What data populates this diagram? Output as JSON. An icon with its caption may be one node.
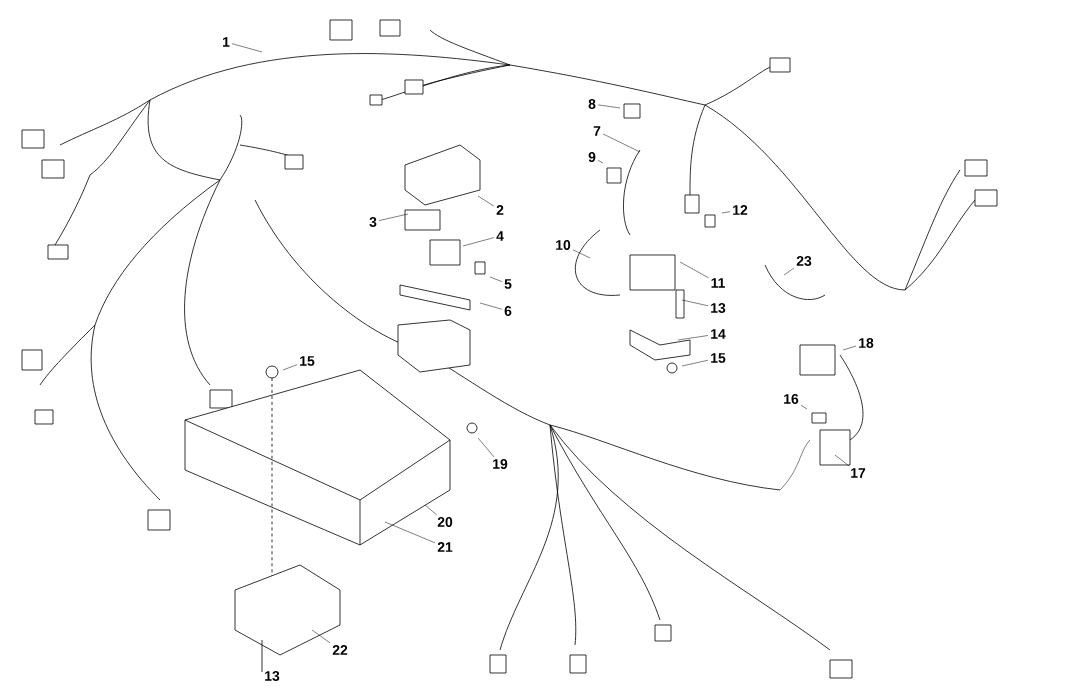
{
  "diagram": {
    "nodes": [
      {
        "text": [
          "1"
        ]
      },
      {
        "text": [
          "8"
        ]
      },
      {
        "text": [
          "7"
        ]
      },
      {
        "text": [
          "9"
        ]
      },
      {
        "text": [
          "2"
        ]
      },
      {
        "text": [
          "12"
        ]
      },
      {
        "text": [
          "3"
        ]
      },
      {
        "text": [
          "4"
        ]
      },
      {
        "text": [
          "10"
        ]
      },
      {
        "text": [
          "23"
        ]
      },
      {
        "text": [
          "11"
        ]
      },
      {
        "text": [
          "5"
        ]
      },
      {
        "text": [
          "13"
        ]
      },
      {
        "text": [
          "6"
        ]
      },
      {
        "text": [
          "14"
        ]
      },
      {
        "text": [
          "18"
        ]
      },
      {
        "text": [
          "15"
        ]
      },
      {
        "text": [
          "15"
        ]
      },
      {
        "text": [
          "16"
        ]
      },
      {
        "text": [
          "19"
        ]
      },
      {
        "text": [
          "17"
        ]
      },
      {
        "text": [
          "20"
        ]
      },
      {
        "text": [
          "21"
        ]
      },
      {
        "text": [
          "22"
        ]
      },
      {
        "text": [
          "13"
        ]
      }
    ],
    "edges": [
      {
        "from": 0,
        "to": null,
        "arrow": "none"
      },
      {
        "from": 1,
        "to": null,
        "arrow": "none"
      },
      {
        "from": 2,
        "to": null,
        "arrow": "none"
      },
      {
        "from": 3,
        "to": null,
        "arrow": "none"
      },
      {
        "from": 4,
        "to": null,
        "arrow": "none"
      },
      {
        "from": 5,
        "to": null,
        "arrow": "none"
      },
      {
        "from": 6,
        "to": null,
        "arrow": "none"
      },
      {
        "from": 7,
        "to": null,
        "arrow": "none"
      },
      {
        "from": 8,
        "to": null,
        "arrow": "none"
      },
      {
        "from": 9,
        "to": null,
        "arrow": "none"
      },
      {
        "from": 10,
        "to": null,
        "arrow": "none"
      },
      {
        "from": 11,
        "to": null,
        "arrow": "none"
      },
      {
        "from": 12,
        "to": null,
        "arrow": "none"
      },
      {
        "from": 13,
        "to": null,
        "arrow": "none"
      },
      {
        "from": 14,
        "to": null,
        "arrow": "none"
      },
      {
        "from": 15,
        "to": null,
        "arrow": "none"
      },
      {
        "from": 16,
        "to": null,
        "arrow": "none"
      },
      {
        "from": 17,
        "to": null,
        "arrow": "none"
      },
      {
        "from": 18,
        "to": null,
        "arrow": "none"
      },
      {
        "from": 19,
        "to": null,
        "arrow": "none"
      },
      {
        "from": 20,
        "to": null,
        "arrow": "none"
      },
      {
        "from": 21,
        "to": null,
        "arrow": "none"
      },
      {
        "from": 22,
        "to": null,
        "arrow": "none"
      },
      {
        "from": 23,
        "to": null,
        "arrow": "none"
      },
      {
        "from": 24,
        "to": null,
        "arrow": "none"
      }
    ]
  }
}
